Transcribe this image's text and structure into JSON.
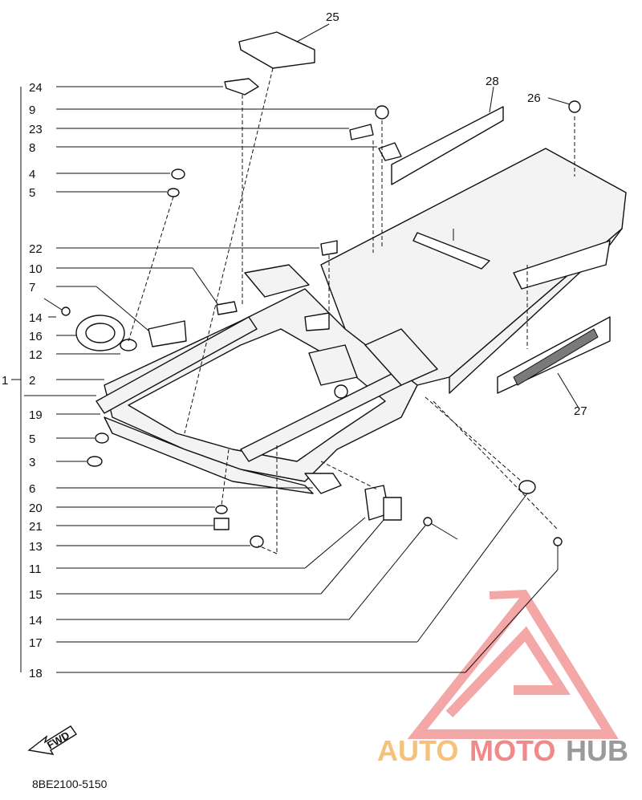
{
  "callouts_left": [
    "24",
    "9",
    "23",
    "8",
    "4",
    "5",
    "22",
    "10",
    "7",
    "14",
    "16",
    "12",
    "2",
    "19",
    "5",
    "3",
    "6",
    "20",
    "21",
    "13",
    "11",
    "15",
    "14",
    "17",
    "18"
  ],
  "callout_group": "1",
  "callouts_top": [
    "25",
    "28",
    "26",
    "27"
  ],
  "part_code": "8BE2100-5150",
  "fwd_label": "FWD",
  "watermark": {
    "part1": "AUTO",
    "part2": "MOTO",
    "part3": "HUB",
    "color_auto": "#f4c27c",
    "color_moto": "#f08a8a",
    "color_hub": "#9a9a9a"
  }
}
